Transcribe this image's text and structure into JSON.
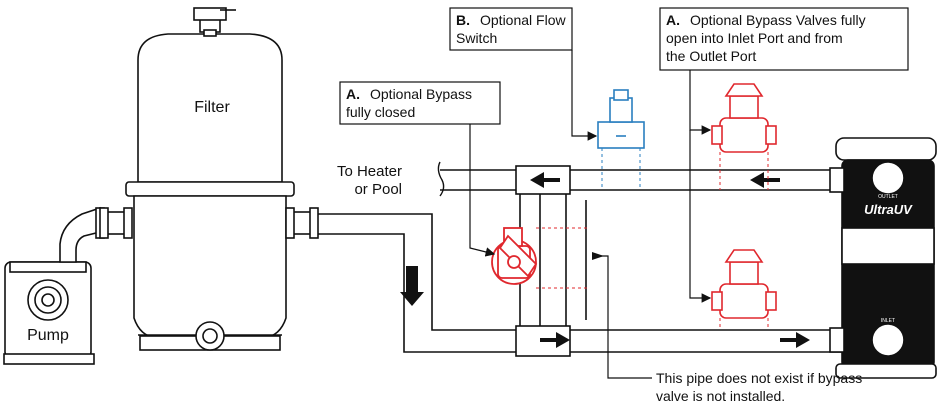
{
  "labels": {
    "filter": "Filter",
    "pump": "Pump",
    "to_heater_line1": "To Heater",
    "to_heater_line2": "or Pool"
  },
  "callouts": {
    "bypass_closed": {
      "letter": "A.",
      "line1": "Optional Bypass",
      "line2": "fully closed"
    },
    "flow_switch": {
      "letter": "B.",
      "line1": "Optional Flow",
      "line2": "Switch"
    },
    "bypass_open": {
      "letter": "A.",
      "line1": "Optional Bypass Valves fully",
      "line2": "open into Inlet Port and from",
      "line3": "the Outlet Port"
    },
    "note": {
      "line1": "This pipe does not exist if bypass",
      "line2": "valve is not installed."
    }
  },
  "uv_unit": {
    "brand": "UltraUV",
    "outlet_label": "OUTLET",
    "inlet_label": "INLET"
  },
  "colors": {
    "line": "#111111",
    "closed_valve": "#e0282e",
    "open_valve": "#e0282e",
    "flow_switch": "#2a7fc0",
    "guide_dashed": "#e0282e",
    "guide_blue": "#2a7fc0"
  }
}
